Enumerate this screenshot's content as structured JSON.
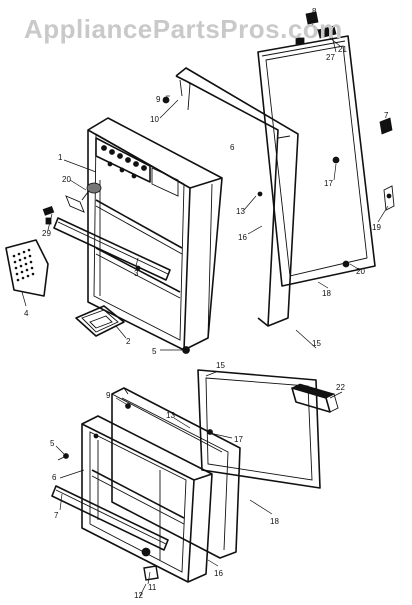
{
  "watermark": "AppliancePartsPros.com",
  "callouts": {
    "c1": "1",
    "c10": "10",
    "c9a": "9",
    "c8": "8",
    "c20a": "20",
    "c29": "29",
    "c4": "4",
    "c3": "3",
    "c2": "2",
    "c5": "5",
    "c13": "13",
    "c16": "16",
    "c18": "18",
    "c17": "17",
    "c19": "19",
    "c20b": "20",
    "c21": "21",
    "c27": "27",
    "c7a": "7",
    "c15": "15",
    "c22": "22",
    "c9b": "9",
    "c13b": "13",
    "c5b": "5",
    "c6": "6",
    "c7b": "7",
    "c17b": "17",
    "c18b": "18",
    "c16b": "16",
    "c11": "11",
    "c12": "12",
    "c6b": "6"
  }
}
